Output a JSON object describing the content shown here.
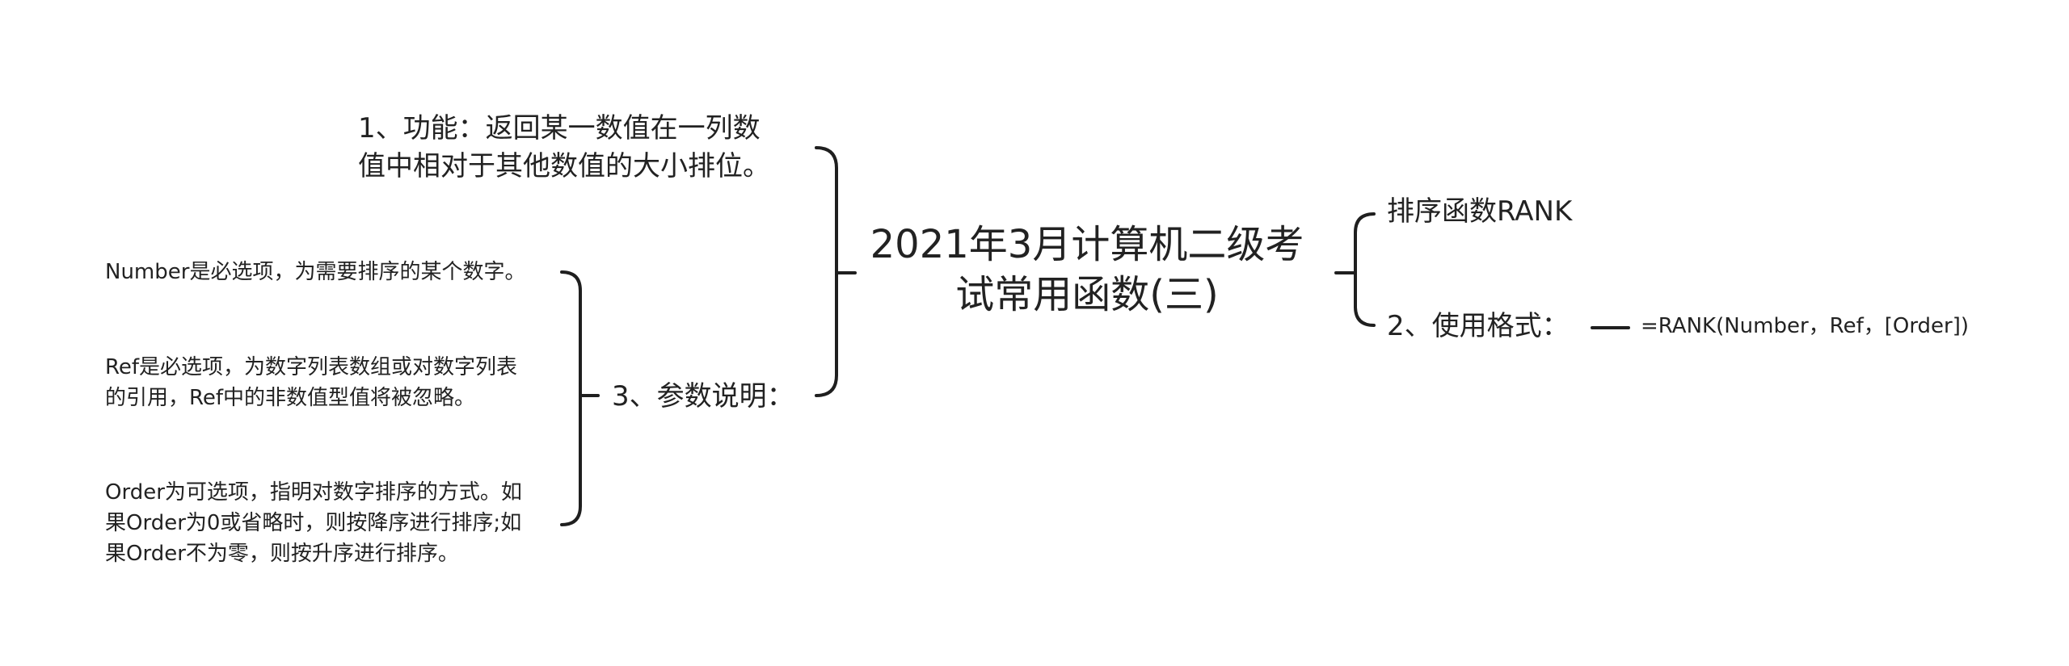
{
  "diagram": {
    "type": "mind-map",
    "line_color": "#1f1f1f",
    "text_color": "#222222",
    "center": {
      "lines": [
        "2021年3月计算机二级考",
        "试常用函数(三)"
      ]
    },
    "left_branches": {
      "function": {
        "lines": [
          "1、功能：返回某一数值在一列数",
          "值中相对于其他数值的大小排位。"
        ]
      },
      "params": {
        "label": "3、参数说明：",
        "children": [
          {
            "lines": [
              "Number是必选项，为需要排序的某个数字。"
            ]
          },
          {
            "lines": [
              "Ref是必选项，为数字列表数组或对数字列表",
              "的引用，Ref中的非数值型值将被忽略。"
            ]
          },
          {
            "lines": [
              "Order为可选项，指明对数字排序的方式。如",
              "果Order为0或省略时，则按降序进行排序;如",
              "果Order不为零，则按升序进行排序。"
            ]
          }
        ]
      }
    },
    "right_branches": {
      "name": {
        "label": "排序函数RANK"
      },
      "format": {
        "label": "2、使用格式：",
        "child": {
          "label": "=RANK(Number，Ref，[Order])"
        }
      }
    }
  }
}
